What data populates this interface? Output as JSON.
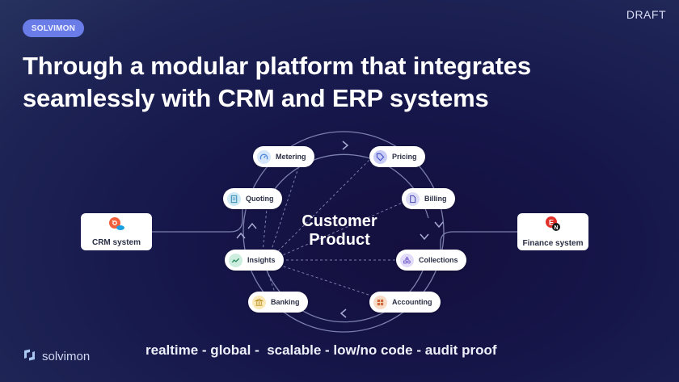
{
  "badge": "SOLVIMON",
  "draft_label": "DRAFT",
  "title": "Through a modular platform that integrates seamlessly with CRM and ERP systems",
  "center": {
    "line1": "Customer",
    "line2": "Product"
  },
  "nodes": [
    {
      "id": "metering",
      "label": "Metering",
      "icon": "gauge-icon",
      "icon_bg": "#d6e6fb",
      "icon_color": "#4a86d8"
    },
    {
      "id": "pricing",
      "label": "Pricing",
      "icon": "tag-icon",
      "icon_bg": "#c9cdf6",
      "icon_color": "#4a56c8"
    },
    {
      "id": "quoting",
      "label": "Quoting",
      "icon": "document-list-icon",
      "icon_bg": "#cfe9f5",
      "icon_color": "#3c8fb8"
    },
    {
      "id": "billing",
      "label": "Billing",
      "icon": "file-icon",
      "icon_bg": "#dcdcf8",
      "icon_color": "#4848b0"
    },
    {
      "id": "insights",
      "label": "Insights",
      "icon": "trend-line-icon",
      "icon_bg": "#cdeede",
      "icon_color": "#2a8a5c"
    },
    {
      "id": "collections",
      "label": "Collections",
      "icon": "shapes-icon",
      "icon_bg": "#e2dcfa",
      "icon_color": "#6a50c8"
    },
    {
      "id": "banking",
      "label": "Banking",
      "icon": "bank-icon",
      "icon_bg": "#fbeab8",
      "icon_color": "#b88a18"
    },
    {
      "id": "accounting",
      "label": "Accounting",
      "icon": "ledger-icon",
      "icon_bg": "#f8dcc8",
      "icon_color": "#d06a3a"
    }
  ],
  "systems": {
    "crm": {
      "label": "CRM system",
      "icon": "hubspot-salesforce-icon"
    },
    "finance": {
      "label": "Finance system",
      "icon": "exact-netsuite-icon"
    }
  },
  "footer": {
    "logo_text": "solvimon",
    "tagline": "realtime - global -  scalable - low/no code - audit proof"
  }
}
